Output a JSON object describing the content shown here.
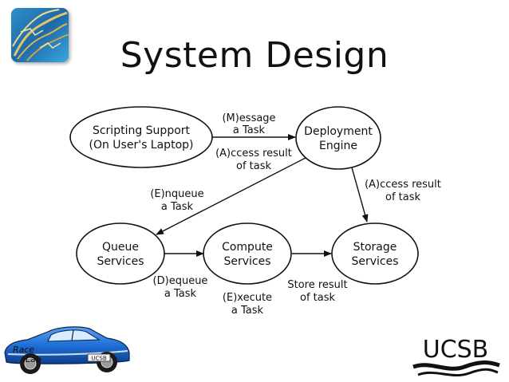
{
  "slide": {
    "title": "System Design"
  },
  "diagram": {
    "nodes": {
      "scripting": [
        "Scripting Support",
        "(On User's Laptop)"
      ],
      "deployment": [
        "Deployment",
        "Engine"
      ],
      "queue": [
        "Queue",
        "Services"
      ],
      "compute": [
        "Compute",
        "Services"
      ],
      "storage": [
        "Storage",
        "Services"
      ]
    },
    "edges": {
      "message": [
        "(M)essage",
        "a Task"
      ],
      "access1": [
        "(A)ccess result",
        "of task"
      ],
      "access2": [
        "(A)ccess result",
        "of task"
      ],
      "enqueue": [
        "(E)nqueue",
        "a Task"
      ],
      "dequeue": [
        "(D)equeue",
        "a Task"
      ],
      "execute": [
        "(E)xecute",
        "a Task"
      ],
      "store": [
        "Store result",
        "of task"
      ]
    }
  },
  "logos": {
    "car_text_race": "Race",
    "car_text_lab": "Lab",
    "car_plate": "UCSB",
    "ucsb": "UCSB"
  },
  "colors": {
    "car_body": "#1f6fd6",
    "node_fill": "#ffffff",
    "stroke": "#111111"
  }
}
